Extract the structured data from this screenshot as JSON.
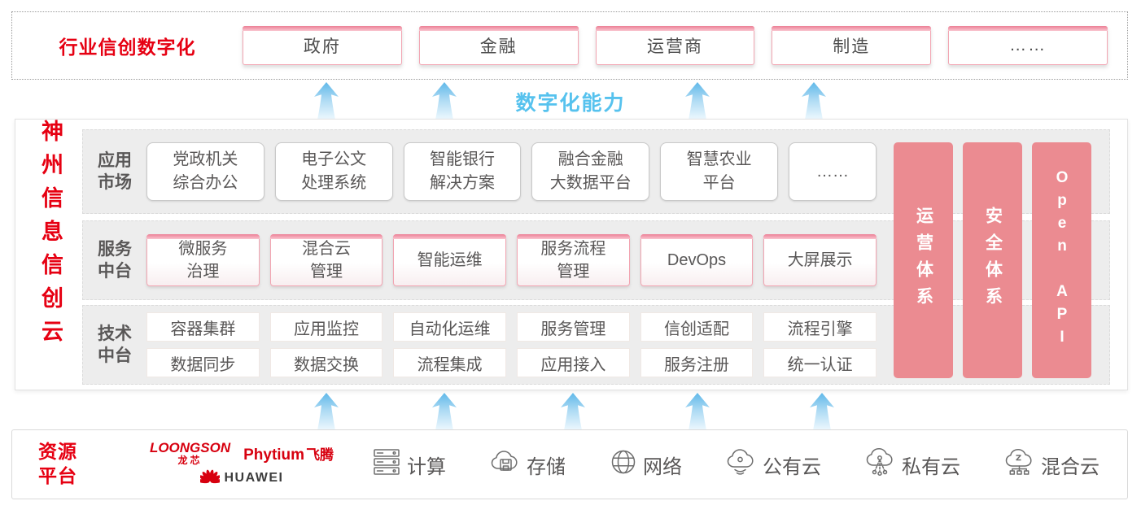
{
  "colors": {
    "brand_red": "#e60012",
    "pillar_pink": "#eb8b91",
    "accent_pink": "#ec7f95",
    "capability_blue": "#56c2ee",
    "text_gray": "#595757"
  },
  "top_banner": {
    "title": "行业信创数字化",
    "sectors": [
      "政府",
      "金融",
      "运营商",
      "制造",
      "……"
    ]
  },
  "capability_label": "数字化能力",
  "platform": {
    "vertical_title": "神州信息信创云",
    "rows": [
      {
        "label": "应用\n市场",
        "items": [
          "党政机关\n综合办公",
          "电子公文\n处理系统",
          "智能银行\n解决方案",
          "融合金融\n大数据平台",
          "智慧农业\n平台",
          "……"
        ]
      },
      {
        "label": "服务\n中台",
        "items": [
          "微服务\n治理",
          "混合云\n管理",
          "智能运维",
          "服务流程\n管理",
          "DevOps",
          "大屏展示"
        ]
      },
      {
        "label": "技术\n中台",
        "row1": [
          "容器集群",
          "应用监控",
          "自动化运维",
          "服务管理",
          "信创适配",
          "流程引擎"
        ],
        "row2": [
          "数据同步",
          "数据交换",
          "流程集成",
          "应用接入",
          "服务注册",
          "统一认证"
        ]
      }
    ],
    "pillars": [
      "运营体系",
      "安全体系",
      "Open API"
    ]
  },
  "resources": {
    "title": "资源\n平台",
    "vendors": {
      "loongson_en": "LOONGSON",
      "loongson_cn": "龙芯",
      "phytium_en": "Phytium",
      "phytium_cn": "飞腾",
      "huawei": "HUAWEI",
      "huawei_icon": "huawei-flower-icon"
    },
    "items": [
      {
        "icon": "server-icon",
        "label": "计算"
      },
      {
        "icon": "storage-cloud-icon",
        "label": "存储"
      },
      {
        "icon": "network-globe-icon",
        "label": "网络"
      },
      {
        "icon": "public-cloud-icon",
        "label": "公有云"
      },
      {
        "icon": "private-cloud-icon",
        "label": "私有云"
      },
      {
        "icon": "hybrid-cloud-icon",
        "label": "混合云"
      }
    ]
  }
}
